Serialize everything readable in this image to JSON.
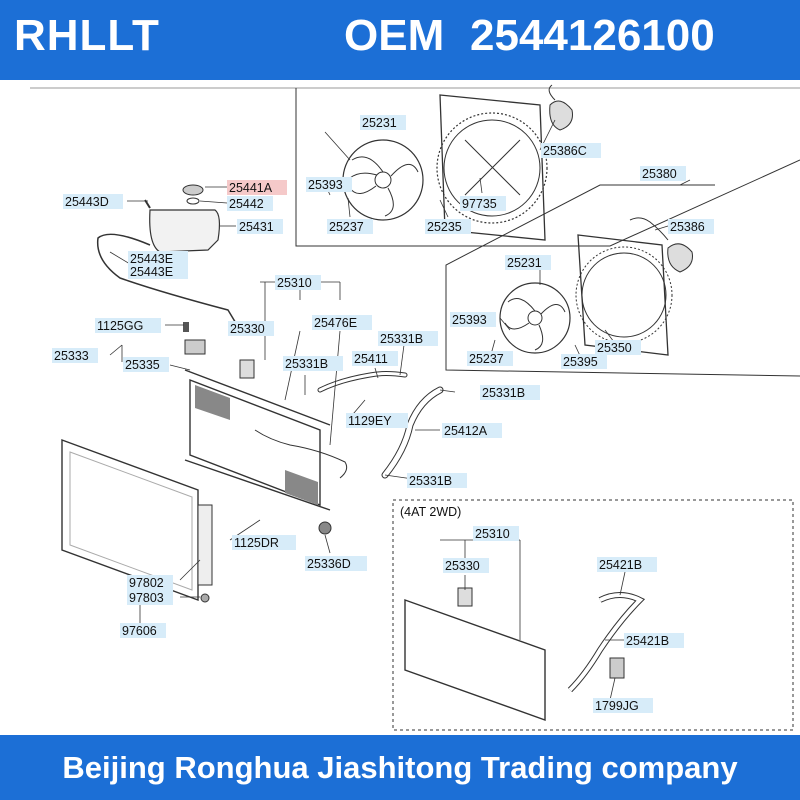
{
  "header": {
    "brand": "RHLLT",
    "oem_label": "OEM",
    "oem_number": "2544126100",
    "background": "#1c6fd6"
  },
  "footer": {
    "company": "Beijing Ronghua Jiashitong Trading company"
  },
  "diagram": {
    "variant_label": "(4AT 2WD)",
    "highlight_color": "#f5c9c9",
    "label_color": "#d7ecf9",
    "parts": [
      "25231",
      "25393",
      "25237",
      "25235",
      "97735",
      "25386C",
      "25380",
      "25231",
      "25386",
      "25393",
      "25237",
      "25350",
      "25395",
      "25441A",
      "25443D",
      "25442",
      "25431",
      "25443E",
      "25443E",
      "25310",
      "25330",
      "25476E",
      "1125GG",
      "25331B",
      "25333",
      "25335",
      "25331B",
      "25411",
      "25331B",
      "1129EY",
      "25412A",
      "25331B",
      "1125DR",
      "25336D",
      "97802",
      "97803",
      "97606",
      "25310",
      "25330",
      "25421B",
      "25421B",
      "1799JG"
    ]
  }
}
